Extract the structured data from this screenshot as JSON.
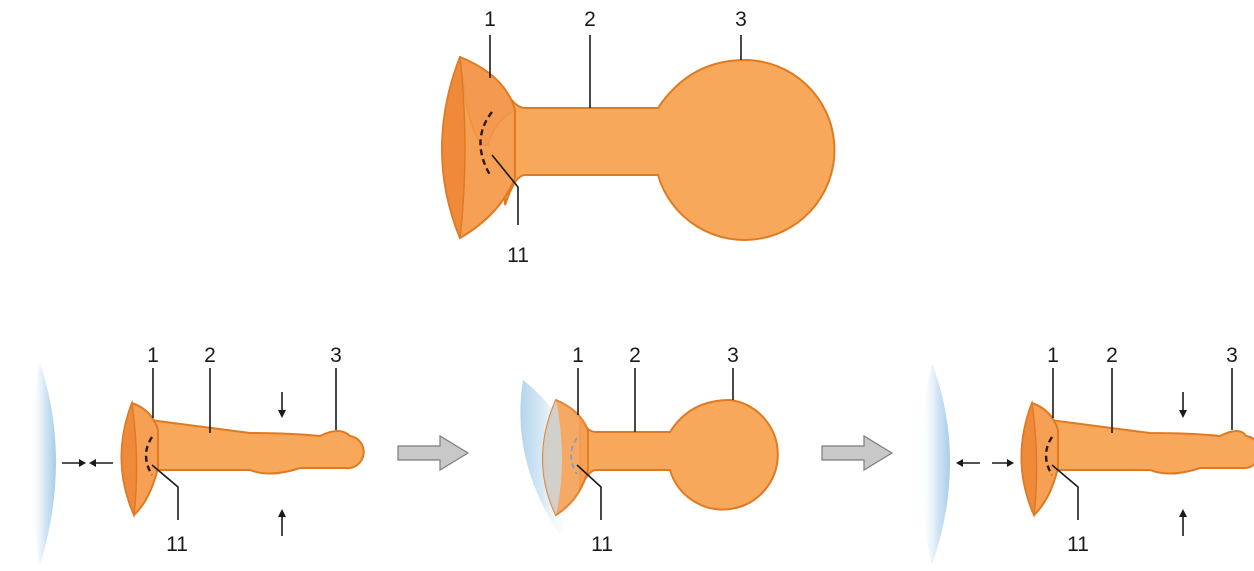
{
  "figure": {
    "panels": [
      {
        "id": "detail",
        "labels": {
          "rim": "1",
          "stalk": "2",
          "bulb": "3",
          "inner_region": "11"
        }
      },
      {
        "id": "stage-1",
        "labels": {
          "rim": "1",
          "stalk": "2",
          "bulb": "3",
          "inner_region": "11"
        }
      },
      {
        "id": "stage-2",
        "labels": {
          "rim": "1",
          "stalk": "2",
          "bulb": "3",
          "inner_region": "11"
        }
      },
      {
        "id": "stage-3",
        "labels": {
          "rim": "1",
          "stalk": "2",
          "bulb": "3",
          "inner_region": "11"
        }
      }
    ],
    "transition_arrows": 2
  }
}
